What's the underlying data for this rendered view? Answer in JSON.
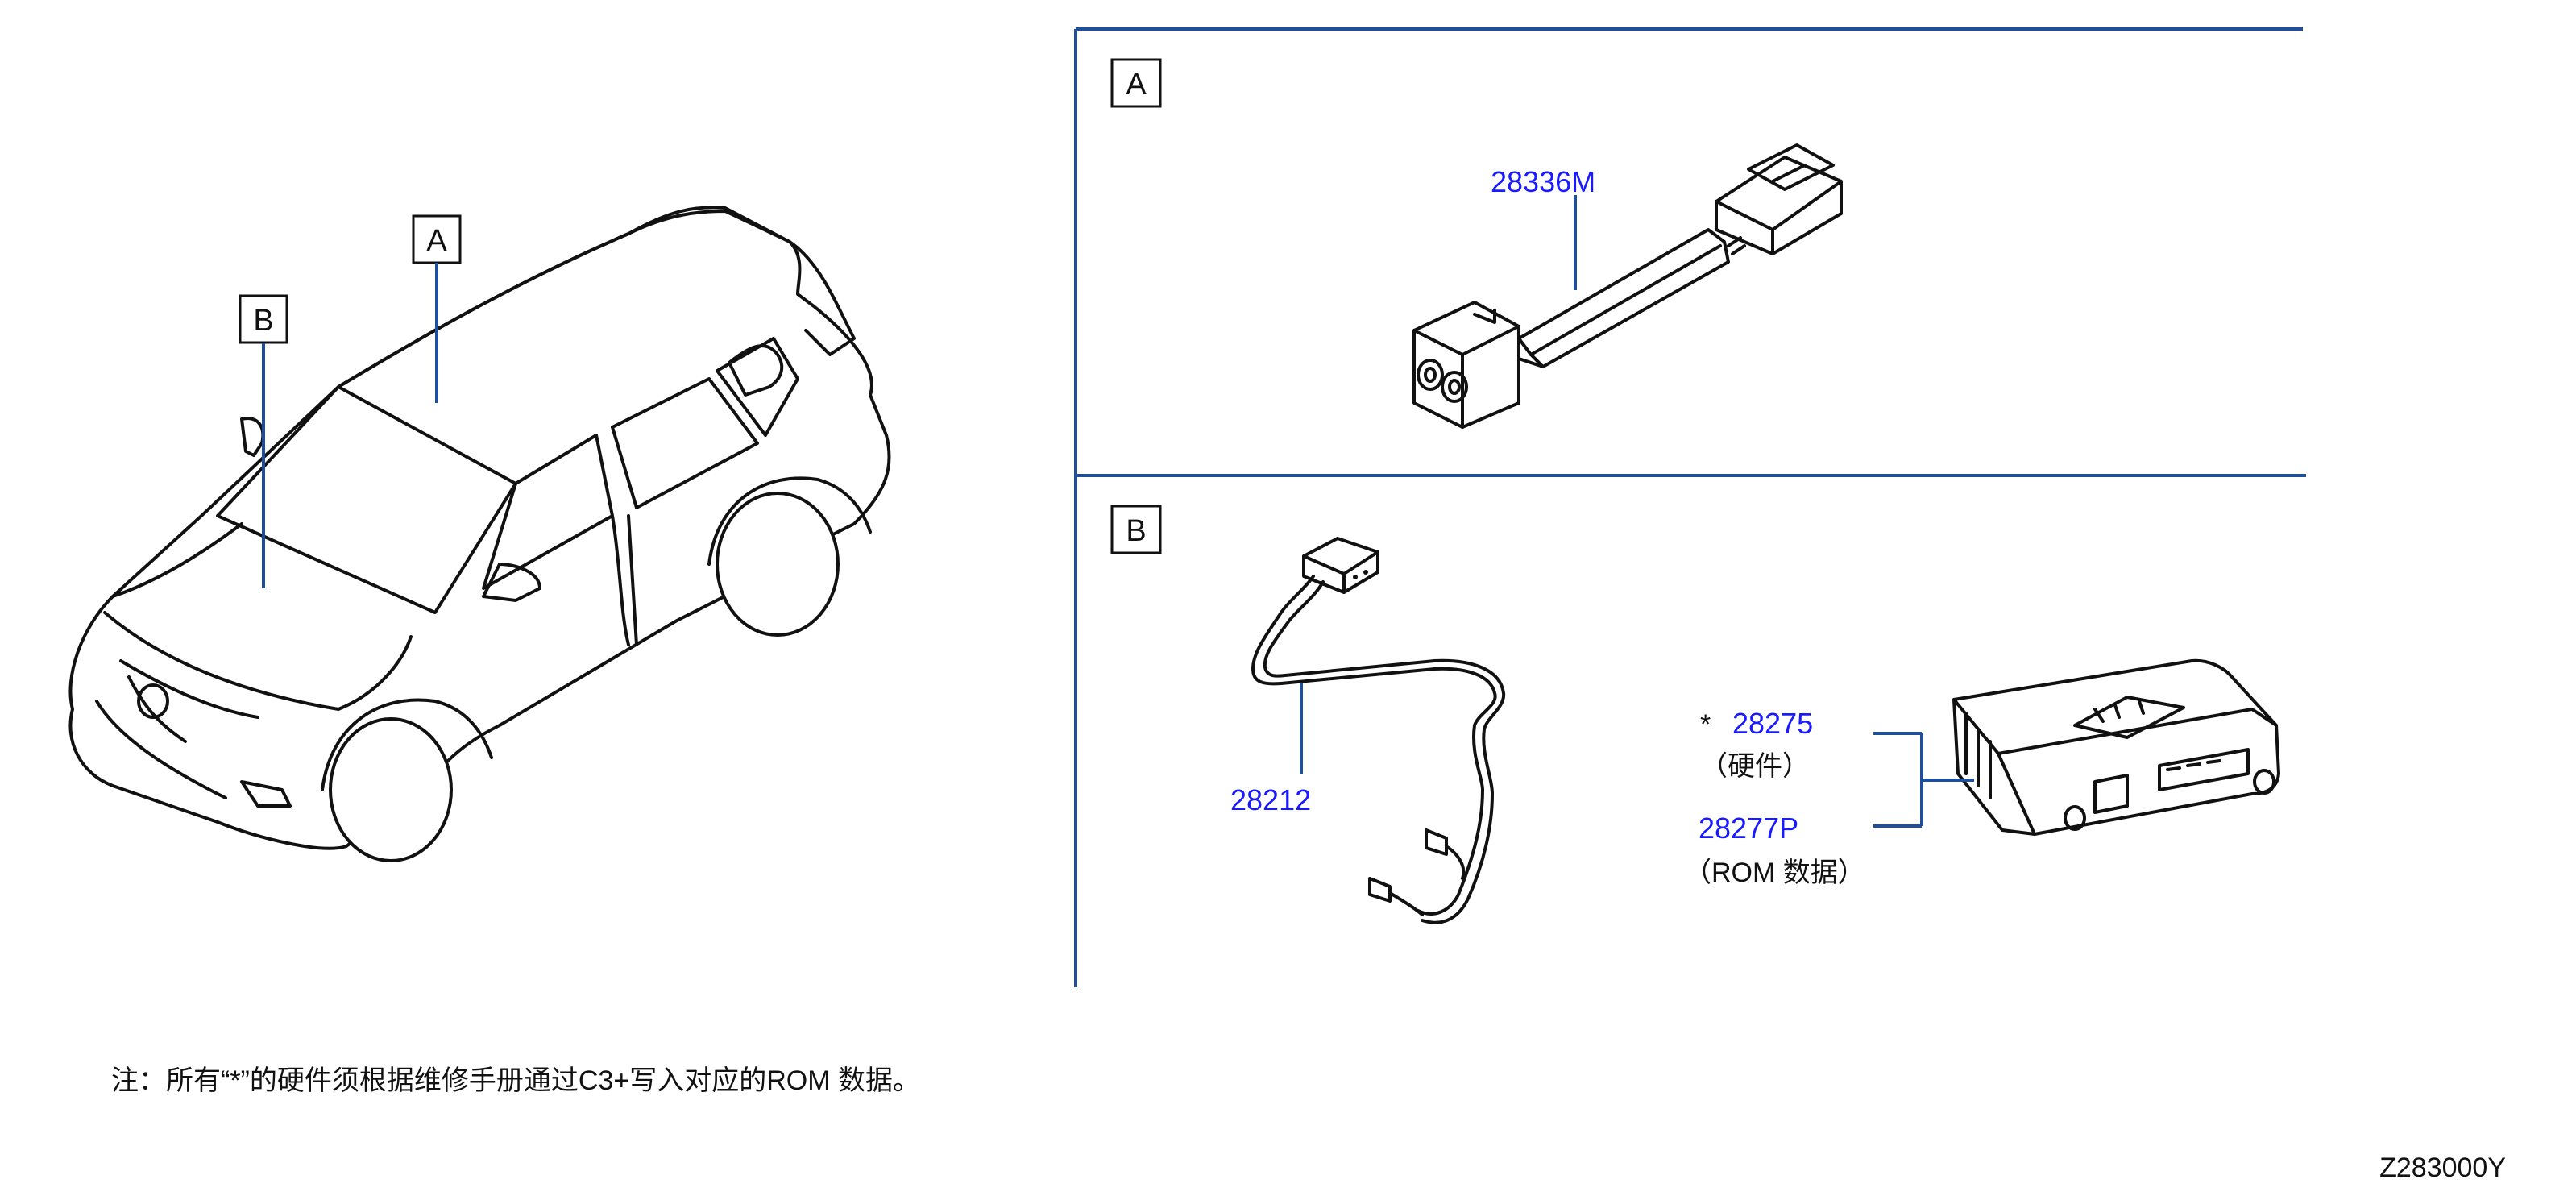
{
  "callouts": {
    "section_a": "A",
    "section_b": "B",
    "car_a": "A",
    "car_b": "B"
  },
  "parts": {
    "p28336m": "28336M",
    "p28212": "28212",
    "p28275_star": "*",
    "p28275": "28275",
    "p28275_note": "（硬件）",
    "p28277p": "28277P",
    "p28277p_note": "（ROM  数据）"
  },
  "footer": {
    "note": "注：所有“*”的硬件须根据维修手册通过C3+写入对应的ROM  数据。",
    "diagram_code": "Z283000Y"
  },
  "colors": {
    "part_label": "#1a1aff",
    "leader_line": "#1f4e9a",
    "drawing": "#111111"
  }
}
